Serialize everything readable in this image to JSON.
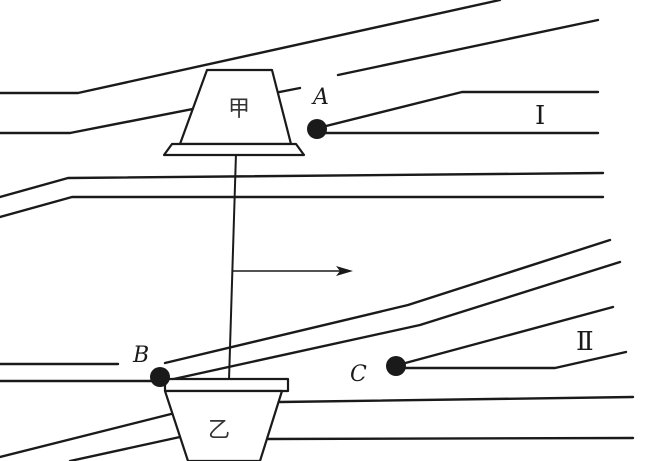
{
  "labels": {
    "point_a": "A",
    "point_b": "B",
    "point_c": "C",
    "line_1": "Ⅰ",
    "line_2": "Ⅱ",
    "boat_jia": "甲",
    "boat_yi": "乙"
  },
  "colors": {
    "ink": "#1a1a1a",
    "background": "#ffffff"
  }
}
